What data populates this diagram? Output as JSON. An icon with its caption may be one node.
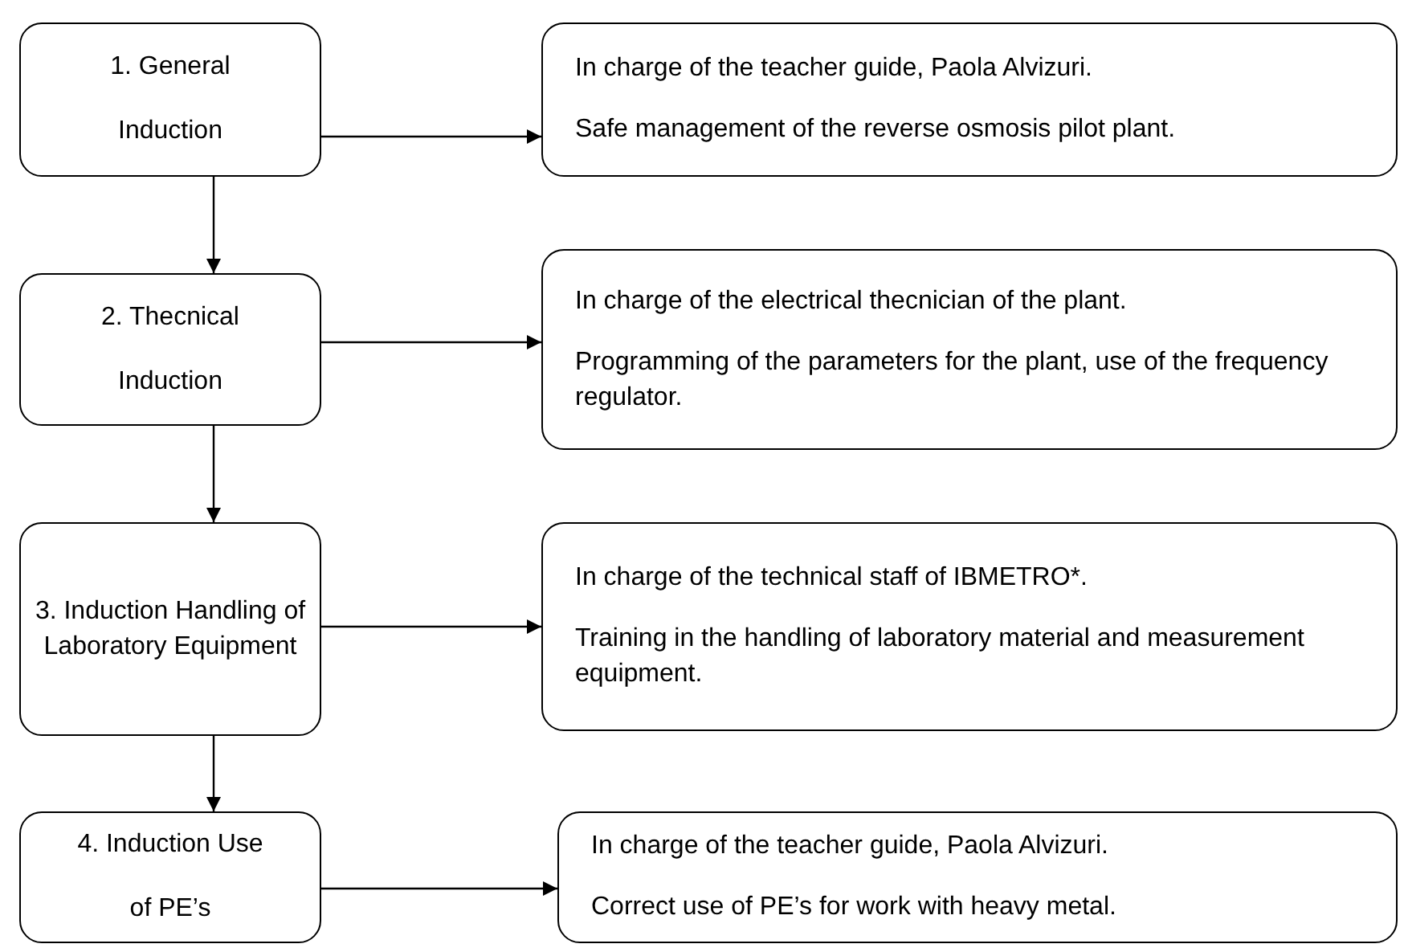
{
  "diagram": {
    "nodes": [
      {
        "text": [
          "1. General",
          "Induction"
        ]
      },
      {
        "text": [
          "2. Thecnical",
          "Induction"
        ]
      },
      {
        "text": [
          "3. Induction Handling of Laboratory Equipment"
        ]
      },
      {
        "text": [
          "4. Induction Use",
          "of PE’s"
        ]
      },
      {
        "text": [
          "In charge of the teacher guide, Paola Alvizuri.",
          "Safe management of the reverse osmosis pilot plant."
        ]
      },
      {
        "text": [
          "In charge of the electrical thecnician of the plant.",
          "Programming of the parameters for the plant, use of the frequency regulator."
        ]
      },
      {
        "text": [
          "In charge of the technical staff of IBMETRO*.",
          "Training in the handling of laboratory material and measurement equipment."
        ]
      },
      {
        "text": [
          "In charge of the teacher guide, Paola Alvizuri.",
          "Correct use of PE’s for work with heavy metal."
        ]
      }
    ],
    "edges": [
      {
        "from": 0,
        "to": 4,
        "arrow": "to"
      },
      {
        "from": 1,
        "to": 5,
        "arrow": "to"
      },
      {
        "from": 2,
        "to": 6,
        "arrow": "to"
      },
      {
        "from": 3,
        "to": 7,
        "arrow": "to"
      },
      {
        "from": 0,
        "to": 1,
        "arrow": "to"
      },
      {
        "from": 1,
        "to": 2,
        "arrow": "to"
      },
      {
        "from": 2,
        "to": 3,
        "arrow": "to"
      }
    ]
  }
}
